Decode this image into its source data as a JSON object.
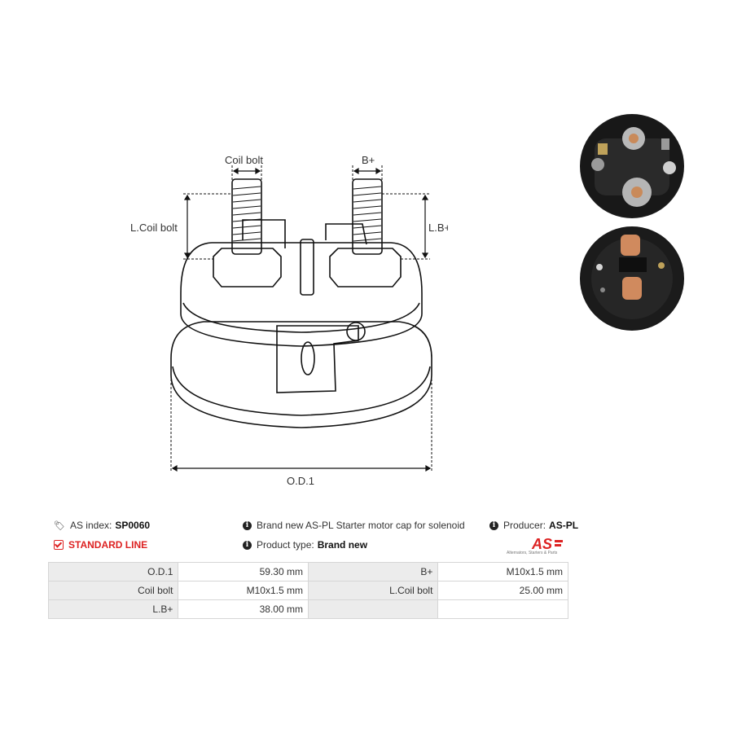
{
  "diagram": {
    "labels": {
      "coil_bolt": "Coil bolt",
      "b_plus": "B+",
      "l_coil_bolt": "L.Coil bolt",
      "l_b_plus": "L.B+",
      "od1": "O.D.1"
    }
  },
  "photos": {
    "top": "solenoid-cap-photo-exterior",
    "bottom": "solenoid-cap-photo-interior"
  },
  "info": {
    "as_index_label": "AS index:",
    "as_index_value": "SP0060",
    "standard_line": "STANDARD LINE",
    "description": "Brand new AS-PL Starter motor cap for solenoid",
    "product_type_label": "Product type:",
    "product_type_value": "Brand new",
    "producer_label": "Producer:",
    "producer_value": "AS-PL",
    "logo_text": "AS",
    "logo_tagline": "Alternators, Starters & Parts"
  },
  "specs": [
    [
      {
        "k": "O.D.1",
        "v": "59.30 mm"
      },
      {
        "k": "B+",
        "v": "M10x1.5 mm"
      }
    ],
    [
      {
        "k": "Coil bolt",
        "v": "M10x1.5 mm"
      },
      {
        "k": "L.Coil bolt",
        "v": "25.00 mm"
      }
    ],
    [
      {
        "k": "L.B+",
        "v": "38.00 mm"
      },
      {
        "k": "",
        "v": ""
      }
    ]
  ],
  "colors": {
    "accent_red": "#dd2222",
    "table_header": "#ececec"
  }
}
